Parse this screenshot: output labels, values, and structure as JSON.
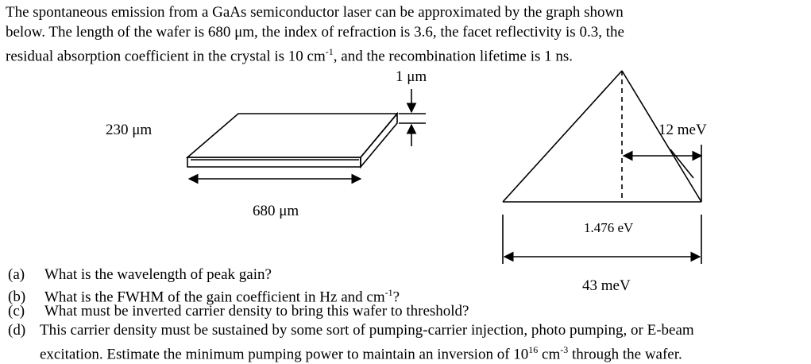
{
  "intro": {
    "line1": "The spontaneous emission from a GaAs semiconductor laser can be approximated by the graph shown",
    "line2": "below. The length of the wafer is 680 μm, the index of refraction is 3.6, the facet reflectivity is 0.3, the",
    "line3a": "residual absorption coefficient in the crystal is 10 cm",
    "line3sup": "-1",
    "line3b": ", and the recombination lifetime is 1 ns."
  },
  "wafer": {
    "thickness_label": "1 μm",
    "width_label": "230 μm",
    "length_label": "680 μm"
  },
  "spectrum": {
    "half_width_label": "12 meV",
    "peak_label": "1.476 eV",
    "base_width_label": "43 meV"
  },
  "questions": {
    "a_tag": "(a)",
    "a_text": "What is the wavelength of peak gain?",
    "b_tag": "(b)",
    "b_text1": "What is the FWHM of the gain coefficient in Hz and cm",
    "b_sup": "-1",
    "b_text2": "?",
    "c_tag": "(c)",
    "c_text": "What must be inverted carrier density to bring this wafer to threshold?",
    "d_tag": "(d)",
    "d_line1": "This carrier density must be sustained by some sort of pumping-carrier injection, photo pumping, or E-beam",
    "d_line2a": "excitation. Estimate the minimum pumping power to maintain an inversion of 10",
    "d_sup1": "16",
    "d_line2b": " cm",
    "d_sup2": "-3",
    "d_line2c": " through the wafer."
  }
}
